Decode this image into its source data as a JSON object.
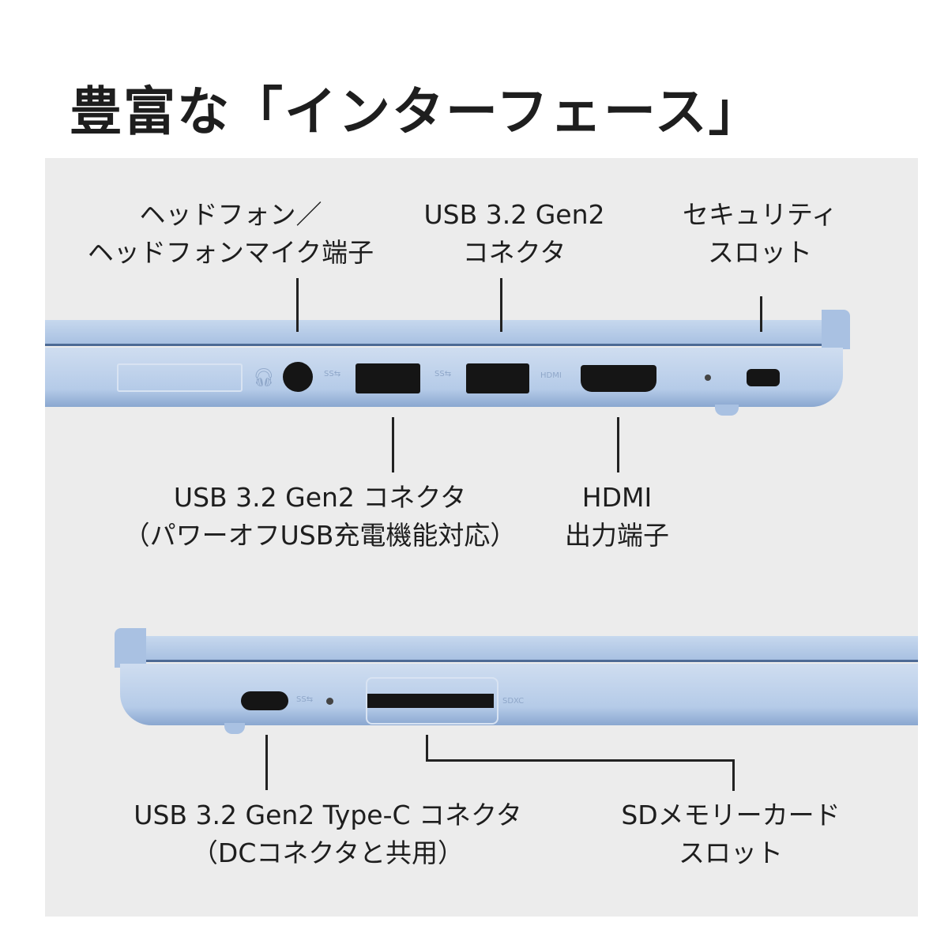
{
  "title": "豊富な「インターフェース」",
  "labels": {
    "headphone": [
      "ヘッドフォン／",
      "ヘッドフォンマイク端子"
    ],
    "usb_top": [
      "USB 3.2 Gen2",
      "コネクタ"
    ],
    "security": [
      "セキュリティ",
      "スロット"
    ],
    "usb_bottom": [
      "USB 3.2 Gen2 コネクタ",
      "（パワーオフUSB充電機能対応）"
    ],
    "hdmi": [
      "HDMI",
      "出力端子"
    ],
    "typec": [
      "USB 3.2 Gen2 Type-C コネクタ",
      "（DCコネクタと共用）"
    ],
    "sd": [
      "SDメモリーカード",
      "スロット"
    ]
  },
  "port_marks": {
    "ss1": "SS⇆",
    "ss2": "SS⇆",
    "hdmi": "HDMI",
    "sdxc": "SDXC",
    "ss3": "SS⇆"
  },
  "colors": {
    "laptop": "#b5cbe8",
    "panel": "#ececec"
  }
}
